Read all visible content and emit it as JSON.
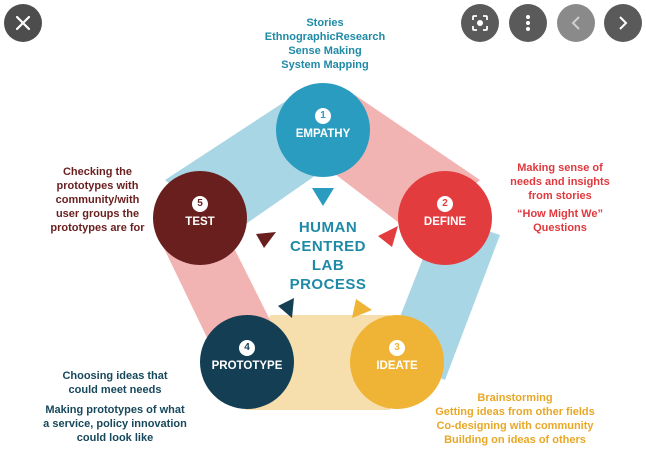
{
  "viewer": {
    "close_icon": "close-icon",
    "lens_icon": "lens-search-icon",
    "more_icon": "more-vert-icon",
    "prev_icon": "chevron-left-icon",
    "next_icon": "chevron-right-icon"
  },
  "diagram": {
    "center": [
      "HUMAN",
      "CENTRED",
      "LAB",
      "PROCESS"
    ],
    "stages": [
      {
        "number": "1",
        "label": "EMPATHY",
        "color": "#2a9cc0"
      },
      {
        "number": "2",
        "label": "DEFINE",
        "color": "#e23c3e"
      },
      {
        "number": "3",
        "label": "IDEATE",
        "color": "#efb436"
      },
      {
        "number": "4",
        "label": "PROTOTYPE",
        "color": "#143e54"
      },
      {
        "number": "5",
        "label": "TEST",
        "color": "#6a1f1f"
      }
    ],
    "notes": {
      "empathy": [
        "Stories",
        "EthnographicResearch",
        "Sense Making",
        "System Mapping"
      ],
      "define": [
        "Making sense of",
        "needs and insights",
        "from stories",
        "“How Might We”",
        "Questions"
      ],
      "test": [
        "Checking the",
        "prototypes with",
        "community/with",
        "user groups the",
        "prototypes are for"
      ],
      "prototype_a": [
        "Choosing ideas that",
        "could meet needs"
      ],
      "prototype_b": [
        "Making prototypes of what",
        "a service, policy innovation",
        "could look like"
      ],
      "ideate": [
        "Brainstorming",
        "Getting ideas from other fields",
        "Co-designing with community",
        "Building on ideas of others"
      ]
    }
  }
}
